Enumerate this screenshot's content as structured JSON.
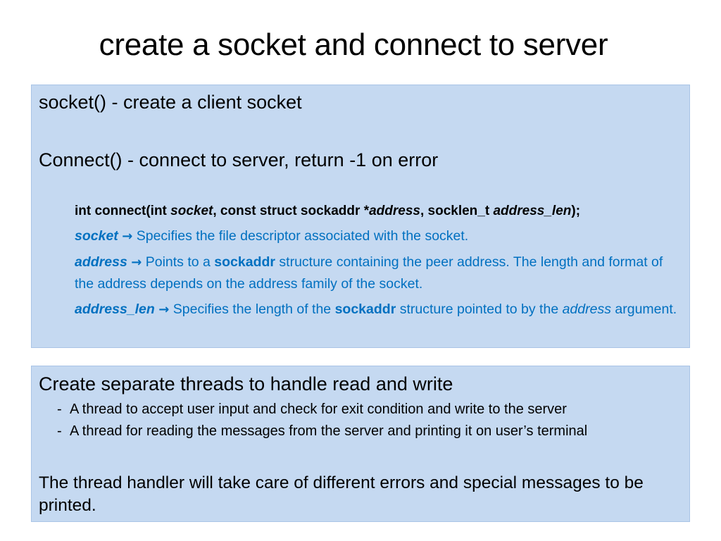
{
  "title": "create a socket and connect to server",
  "box1": {
    "socket_line": "socket() - create a client socket",
    "connect_line": "Connect() - connect to server, return -1 on error",
    "prototype": {
      "p1": "int connect(int ",
      "p2": "socket",
      "p3": ", const struct sockaddr *",
      "p4": "address",
      "p5": ", socklen_t ",
      "p6": "address_len",
      "p7": ");"
    },
    "arrow": "→",
    "params": {
      "socket": {
        "name": "socket",
        "desc": " Specifies the file descriptor associated with the socket."
      },
      "address": {
        "name": "address",
        "desc1": " Points to a ",
        "kw": "sockaddr",
        "desc2": " structure containing the peer address. The length and format of the address depends on the address family of the socket."
      },
      "address_len": {
        "name": "address_len",
        "desc1": " Specifies the length of the ",
        "kw": "sockaddr",
        "desc2": " structure pointed to by the ",
        "arg": "address",
        "desc3": " argument."
      }
    }
  },
  "box2": {
    "heading": "Create separate threads to handle read and write",
    "dash": "-",
    "bullets": [
      "A thread to accept user input and check for exit condition and write to the server",
      "A thread for reading the messages from the server and printing it on user’s terminal"
    ],
    "paragraph": "The thread handler will take care of different errors and special messages to be printed."
  },
  "colors": {
    "box_fill": "#c5d9f1",
    "param_text": "#0070c0"
  }
}
